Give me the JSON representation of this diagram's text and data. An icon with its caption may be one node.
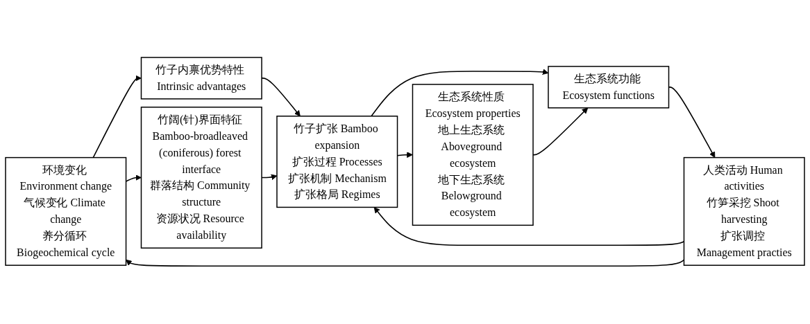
{
  "diagram": {
    "nodes": [
      {
        "text": [
          "环境变化 Environment change",
          "气候变化 Climate change",
          "养分循环 Biogeochemical cycle"
        ]
      },
      {
        "text": [
          "人类活动 Human activities",
          "竹笋采挖 Shoot harvesting",
          "扩张调控 Management practies"
        ]
      },
      {
        "text": [
          "竹子内禀优势特性 Intrinsic advantages"
        ]
      },
      {
        "text": [
          "竹子扩张 Bamboo expansion",
          "扩张过程 Processes",
          "扩张机制 Mechanism",
          "扩张格局 Regimes"
        ]
      },
      {
        "text": [
          "生态系统功能 Ecosystem functions"
        ]
      },
      {
        "text": [
          "竹阔(针)界面特征 Bamboo-broadleaved (coniferous) forest interface",
          "群落结构 Community structure",
          "资源状况 Resource availability"
        ]
      },
      {
        "text": [
          "生态系统性质 Ecosystem properties",
          "地上生态系统 Aboveground ecosystem",
          "地下生态系统 Belowground ecosystem"
        ]
      }
    ],
    "edges": [
      {
        "from": 1,
        "to": 0,
        "arrow": "to"
      },
      {
        "from": 1,
        "to": 3,
        "arrow": "to"
      },
      {
        "from": 0,
        "to": 2,
        "arrow": "to"
      },
      {
        "from": 0,
        "to": 5,
        "arrow": "to"
      },
      {
        "from": 2,
        "to": 3,
        "arrow": "to"
      },
      {
        "from": 5,
        "to": 3,
        "arrow": "to"
      },
      {
        "from": 3,
        "to": 4,
        "arrow": "to"
      },
      {
        "from": 3,
        "to": 6,
        "arrow": "to"
      },
      {
        "from": 6,
        "to": 4,
        "arrow": "to"
      },
      {
        "from": 4,
        "to": 1,
        "arrow": "to"
      }
    ]
  }
}
